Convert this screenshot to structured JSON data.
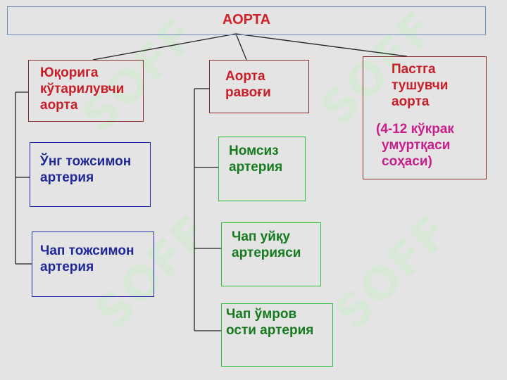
{
  "title": "АОРТА",
  "branches": {
    "ascending": [
      "Юқорига",
      "кўтарилувчи",
      "аорта"
    ],
    "arch": [
      "Аорта",
      "равоғи"
    ],
    "descending": [
      "Пастга",
      "тушувчи",
      "аорта"
    ],
    "descending_note": [
      "(4-12 кўкрак",
      "умуртқаси",
      "соҳаси)"
    ]
  },
  "ascending_children": {
    "right_coronary": [
      "Ўнг тожсимон",
      "артерия"
    ],
    "left_coronary": [
      "Чап тожсимон",
      "артерия"
    ]
  },
  "arch_children": {
    "brachiocephalic": [
      "Номсиз",
      "артерия"
    ],
    "left_carotid": [
      "Чап уйқу",
      "артерияси"
    ],
    "left_subclavian": [
      "Чап ўмров",
      "ости артерия"
    ]
  },
  "watermark": "SOFF",
  "colors": {
    "background": "#e4e4e4",
    "red": "#c81e28",
    "blue": "#1e2896",
    "green": "#167a1e",
    "magenta": "#c81e8c"
  }
}
